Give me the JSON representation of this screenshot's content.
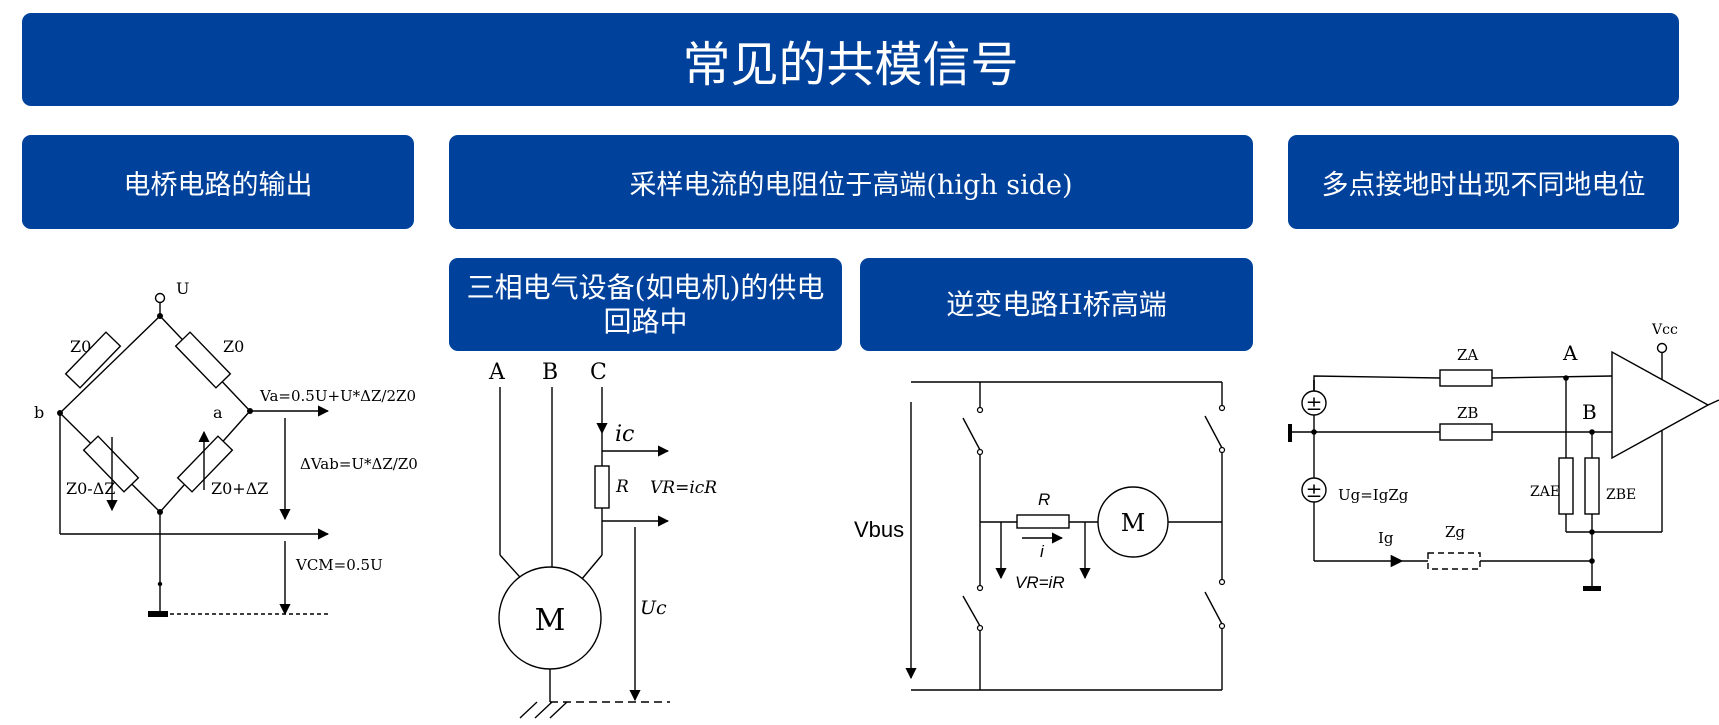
{
  "title": "常见的共模信号",
  "sections": {
    "bridge": "电桥电路的输出",
    "sampling": "采样电流的电阻位于高端(high side)",
    "grounding": "多点接地时出现不同地电位"
  },
  "subsections": {
    "three_phase": "三相电气设备(如电机)的供电回路中",
    "inverter": "逆变电路H桥高端"
  },
  "colors": {
    "banner": "#00419b",
    "banner_text": "#ffffff"
  },
  "bridge_diagram": {
    "U": "U",
    "Z0_left": "Z0",
    "Z0_right": "Z0",
    "node_b": "b",
    "node_a": "a",
    "Z0_minus": "Z0-ΔZ",
    "Z0_plus": "Z0+ΔZ",
    "Va": "Va=0.5U+U*ΔZ/2Z0",
    "dVab": "ΔVab=U*ΔZ/Z0",
    "Vcm": "VCM=0.5U"
  },
  "three_phase_diagram": {
    "A": "A",
    "B": "B",
    "C": "C",
    "ic": "ic",
    "R": "R",
    "VR": "VR=icR",
    "M": "M",
    "Uc": "Uc"
  },
  "inverter_diagram": {
    "Vbus": "Vbus",
    "R": "R",
    "i": "i",
    "VR": "VR=iR",
    "M": "M"
  },
  "ground_diagram": {
    "Vcc": "Vcc",
    "ZA": "ZA",
    "ZB": "ZB",
    "A": "A",
    "B": "B",
    "ZAE": "ZAE",
    "ZBE": "ZBE",
    "Ug": "Ug=IgZg",
    "Ig": "Ig",
    "Zg": "Zg",
    "pm_top": "±",
    "pm_bottom": "±"
  }
}
